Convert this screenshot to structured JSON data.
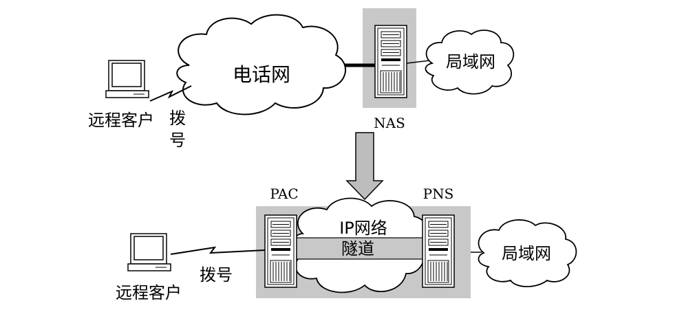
{
  "top": {
    "cloud_label": "电话网",
    "lan_label": "局域网",
    "server_label": "NAS",
    "client_label": "远程客户",
    "dial_label_1": "拨",
    "dial_label_2": "号"
  },
  "bottom": {
    "pac_label": "PAC",
    "pns_label": "PNS",
    "tunnel_label_1": "IP网络",
    "tunnel_label_2": "隧道",
    "lan_label": "局域网",
    "dial_label": "拨号",
    "client_label": "远程客户"
  },
  "colors": {
    "panel_gray": "#c8c8c8",
    "tunnel_gray": "#c8c8c8",
    "arrow_gray": "#bdbdbd",
    "line": "#000000"
  },
  "icons": {
    "computer": "desktop-computer-icon",
    "server": "tower-server-icon",
    "arrow": "down-arrow-icon"
  }
}
